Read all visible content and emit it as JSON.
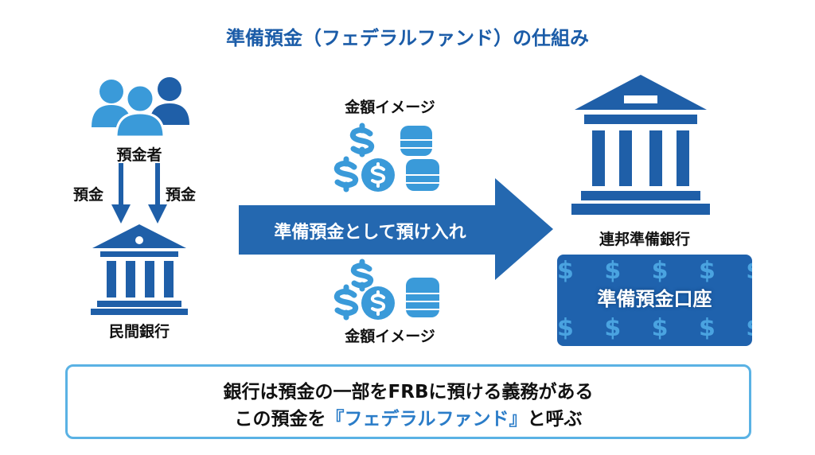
{
  "title": "準備預金（フェデラルファンド）の仕組み",
  "depositors": "預金者",
  "deposit_left": "預金",
  "deposit_right": "預金",
  "private_bank": "民間銀行",
  "amount_top": "金額イメージ",
  "amount_bottom": "金額イメージ",
  "arrow_label": "準備預金として預け入れ",
  "fed_bank": "連邦準備銀行",
  "account": {
    "label": "準備預金口座",
    "bg": "$ $ $ $ $ $ $ $ $ $"
  },
  "note": {
    "line1": "銀行は預金の一部をFRBに預ける義務がある",
    "line2_pre": "この預金を",
    "line2_hl": "『フェデラルファンド』",
    "line2_post": "と呼ぶ"
  },
  "colors": {
    "dark": "#1f5fa8",
    "light": "#3a9ad9"
  }
}
